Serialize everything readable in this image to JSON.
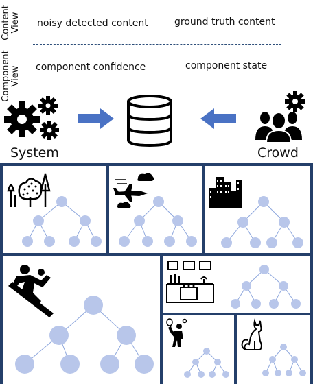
{
  "content_view": {
    "label_line1": "Content",
    "label_line2": "View",
    "left": "noisy detected content",
    "right": "ground truth content"
  },
  "component_view": {
    "label_line1": "Component",
    "label_line2": "View",
    "left": "component confidence",
    "right": "component state"
  },
  "system_label": "System",
  "crowd_label": "Crowd",
  "colors": {
    "arrow": "#4a72c4",
    "panel_border": "#243f6a",
    "tree_node": "#b8c6ea",
    "tree_edge": "#8ea7dd",
    "dashed_line": "#2e4f7a"
  },
  "panels": [
    {
      "name": "panel-forest",
      "icon": "trees-icon"
    },
    {
      "name": "panel-airport",
      "icon": "airplane-icon"
    },
    {
      "name": "panel-city",
      "icon": "city-icon"
    },
    {
      "name": "panel-snowboard",
      "icon": "snowboarder-icon"
    },
    {
      "name": "panel-kitchen",
      "icon": "kitchen-icon"
    },
    {
      "name": "panel-tennis",
      "icon": "tennis-player-icon"
    },
    {
      "name": "panel-cat",
      "icon": "cat-icon"
    }
  ]
}
